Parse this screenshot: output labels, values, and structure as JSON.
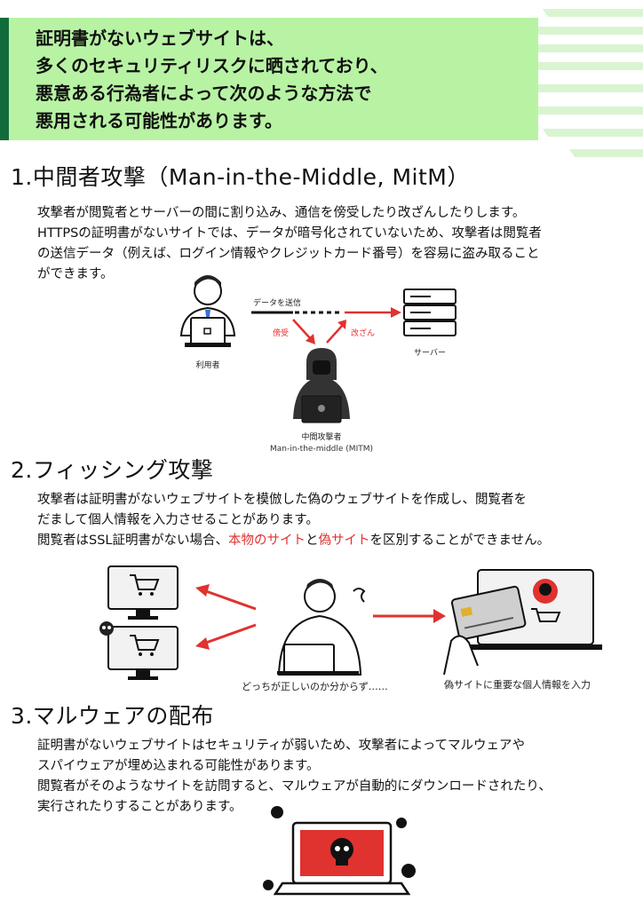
{
  "banner": {
    "lines": [
      "証明書がないウェブサイトは、",
      "多くのセキュリティリスクに晒されており、",
      "悪意ある行為者によって次のような方法で",
      "悪用される可能性があります。"
    ]
  },
  "section1": {
    "title": "1.中間者攻撃（Man-in-the-Middle, MitM）",
    "lines": [
      "攻撃者が閲覧者とサーバーの間に割り込み、通信を傍受したり改ざんしたりします。",
      "HTTPSの証明書がないサイトでは、データが暗号化されていないため、攻撃者は閲覧者",
      "の送信データ（例えば、ログイン情報やクレジットカード番号）を容易に盗み取ること",
      "ができます。"
    ],
    "diagram": {
      "send_label": "データを送信",
      "intercept_label": "傍受",
      "tamper_label": "改ざん",
      "user_label": "利用者",
      "server_label": "サーバー",
      "attacker_label": "中間攻撃者",
      "attacker_sublabel": "Man-in-the-middle (MITM)"
    }
  },
  "section2": {
    "title": "2.フィッシング攻撃",
    "lines": [
      "攻撃者は証明書がないウェブサイトを模倣した偽のウェブサイトを作成し、閲覧者を",
      "だまして個人情報を入力させることがあります。"
    ],
    "line3_prefix": "閲覧者はSSL証明書がない場合、",
    "line3_real": "本物のサイト",
    "line3_and": "と",
    "line3_fake": "偽サイト",
    "line3_suffix": "を区別することができません。",
    "caption_confused": "どっちが正しいのか分からず……",
    "caption_input": "偽サイトに重要な個人情報を入力"
  },
  "section3": {
    "title": "3.マルウェアの配布",
    "lines": [
      "証明書がないウェブサイトはセキュリティが弱いため、攻撃者によってマルウェアや",
      "スパイウェアが埋め込まれる可能性があります。",
      "閲覧者がそのようなサイトを訪問すると、マルウェアが自動的にダウンロードされたり、",
      "実行されたりすることがあります。"
    ]
  },
  "colors": {
    "banner_bg": "#b8f3a4",
    "banner_bar": "#126b3a",
    "accent_red": "#e0322f"
  }
}
